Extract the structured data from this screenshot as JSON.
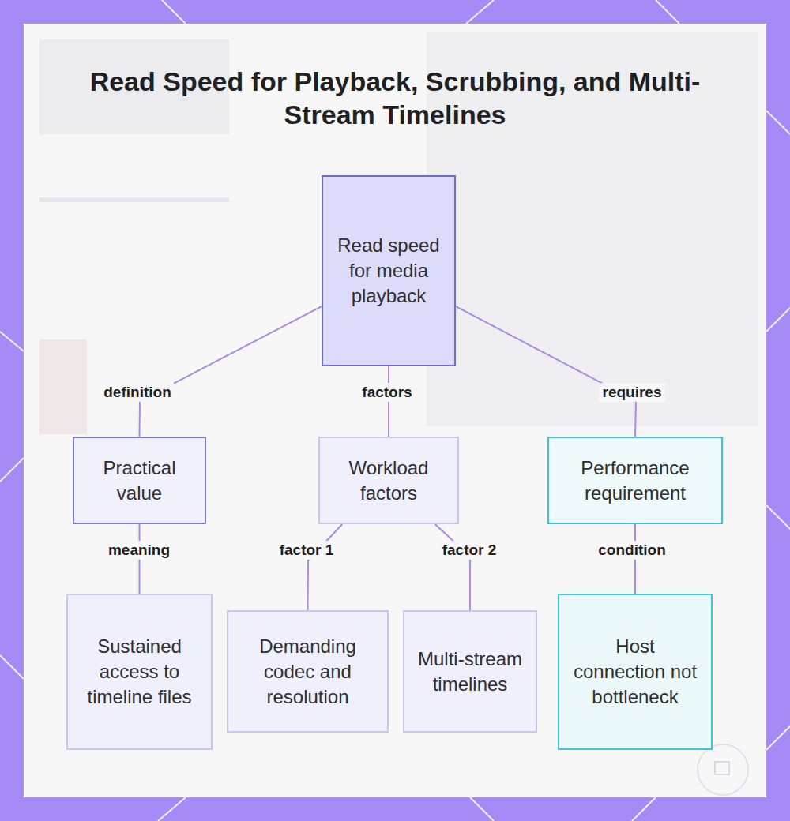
{
  "diagram": {
    "title": "Read Speed for Playback, Scrubbing, and Multi-Stream Timelines",
    "nodes": [
      {
        "text": [
          "Read speed for media playback"
        ]
      },
      {
        "text": [
          "Practical value"
        ]
      },
      {
        "text": [
          "Workload factors"
        ]
      },
      {
        "text": [
          "Performance requirement"
        ]
      },
      {
        "text": [
          "Sustained access to timeline files"
        ]
      },
      {
        "text": [
          "Demanding codec and resolution"
        ]
      },
      {
        "text": [
          "Multi-stream timelines"
        ]
      },
      {
        "text": [
          "Host connection not bottleneck"
        ]
      }
    ],
    "edges": [
      {
        "from": 0,
        "to": 1,
        "label": "definition",
        "arrow": "none"
      },
      {
        "from": 0,
        "to": 2,
        "label": "factors",
        "arrow": "none"
      },
      {
        "from": 0,
        "to": 3,
        "label": "requires",
        "arrow": "none"
      },
      {
        "from": 1,
        "to": 4,
        "label": "meaning",
        "arrow": "none"
      },
      {
        "from": 2,
        "to": 5,
        "label": "factor 1",
        "arrow": "none"
      },
      {
        "from": 2,
        "to": 6,
        "label": "factor 2",
        "arrow": "none"
      },
      {
        "from": 3,
        "to": 7,
        "label": "condition",
        "arrow": "none"
      }
    ]
  }
}
